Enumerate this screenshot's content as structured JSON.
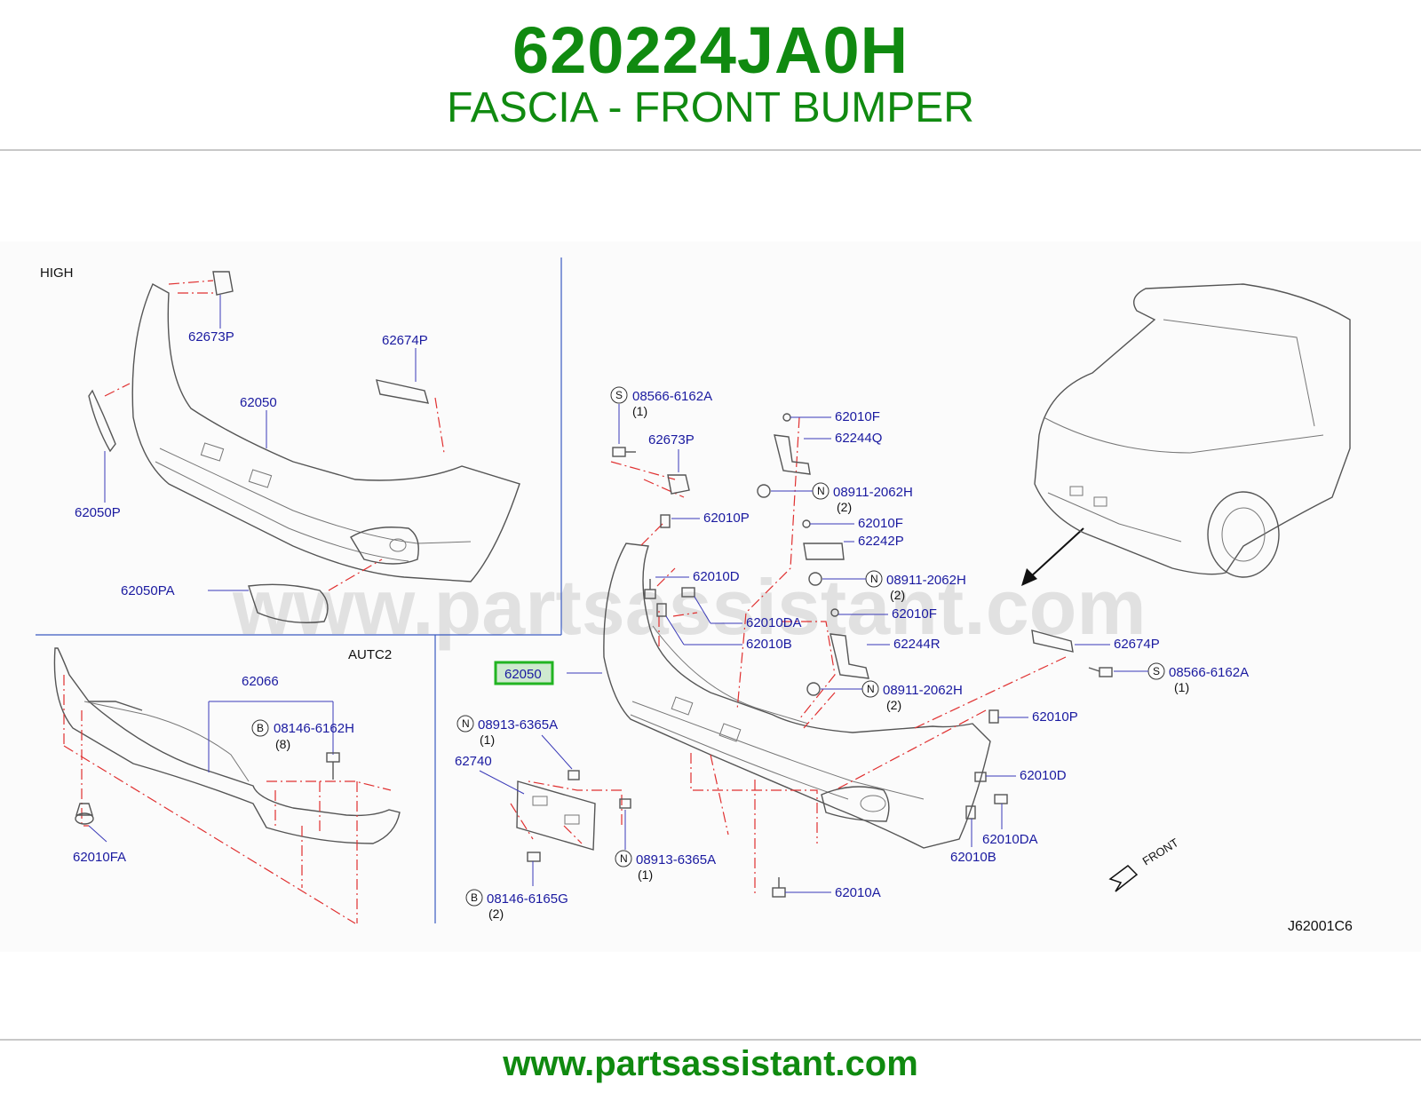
{
  "header": {
    "part_number": "620224JA0H",
    "part_name": "FASCIA - FRONT BUMPER"
  },
  "footer": {
    "website": "www.partsassistant.com"
  },
  "watermark": "www.partsassistant.com",
  "colors": {
    "brand_green": "#108a10",
    "label_blue": "#1a1aa0",
    "dash_red": "#e03030",
    "highlight_green": "#22b422"
  },
  "diagram": {
    "variant_high": "HIGH",
    "variant_autc2": "AUTC2",
    "figure_code": "J62001C6",
    "front_label": "FRONT",
    "highlighted": "62050",
    "labels": {
      "p62673P_high": "62673P",
      "p62674P_high": "62674P",
      "p62050_high": "62050",
      "p62050P": "62050P",
      "p62050PA": "62050PA",
      "p62066": "62066",
      "p08146_6162H": "08146-6162H",
      "p08146_6162H_qty": "(8)",
      "p62010FA": "62010FA",
      "p08566_6162A_l": "08566-6162A",
      "p08566_6162A_l_qty": "(1)",
      "p62673P": "62673P",
      "p62010P_a": "62010P",
      "p62010D_a": "62010D",
      "p62010DA_a": "62010DA",
      "p62010B_a": "62010B",
      "p62010F_a": "62010F",
      "p62244Q": "62244Q",
      "p08911_2062H_a": "08911-2062H",
      "p08911_2062H_a_qty": "(2)",
      "p62010F_b": "62010F",
      "p62242P": "62242P",
      "p08911_2062H_b": "08911-2062H",
      "p08911_2062H_b_qty": "(2)",
      "p62010F_c": "62010F",
      "p62244R": "62244R",
      "p08911_2062H_c": "08911-2062H",
      "p08911_2062H_c_qty": "(2)",
      "p62674P": "62674P",
      "p08566_6162A_r": "08566-6162A",
      "p08566_6162A_r_qty": "(1)",
      "p62010P_b": "62010P",
      "p62010D_b": "62010D",
      "p62010DA_b": "62010DA",
      "p62010B_b": "62010B",
      "p62010A": "62010A",
      "p08913_6365A_a": "08913-6365A",
      "p08913_6365A_a_qty": "(1)",
      "p62740": "62740",
      "p08913_6365A_b": "08913-6365A",
      "p08913_6365A_b_qty": "(1)",
      "p08146_6165G": "08146-6165G",
      "p08146_6165G_qty": "(2)"
    },
    "prefixes": {
      "S": "S",
      "N": "N",
      "B": "B"
    }
  }
}
